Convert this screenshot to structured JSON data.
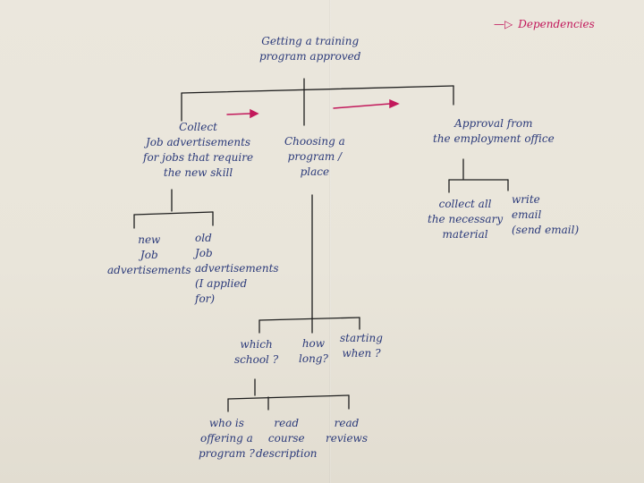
{
  "legend": {
    "label": "Dependencies",
    "arrow": "—▷"
  },
  "root": {
    "lines": [
      "Getting a training",
      "program approved"
    ]
  },
  "collect_ads": {
    "lines": [
      "Collect",
      "Job advertisements",
      "for jobs that require",
      "the new skill"
    ]
  },
  "choosing_program": {
    "lines": [
      "Choosing a",
      "program /",
      "place"
    ]
  },
  "approval": {
    "lines": [
      "Approval from",
      "the employment office"
    ]
  },
  "new_ads": {
    "lines": [
      "new",
      "Job",
      "advertisements"
    ]
  },
  "old_ads": {
    "lines": [
      "old",
      "Job",
      "advertisements",
      "(I applied",
      "for)"
    ]
  },
  "collect_material": {
    "lines": [
      "collect all",
      "the necessary",
      "material"
    ]
  },
  "write_email": {
    "lines": [
      "write",
      "email",
      "(send email)"
    ]
  },
  "which_school": {
    "lines": [
      "which",
      "school ?"
    ]
  },
  "how_long": {
    "lines": [
      "how",
      "long?"
    ]
  },
  "starting_when": {
    "lines": [
      "starting",
      "when ?"
    ]
  },
  "who_offering": {
    "lines": [
      "who is",
      "offering a",
      "program ?"
    ]
  },
  "read_course": {
    "lines": [
      "read",
      "course",
      "description"
    ]
  },
  "read_reviews": {
    "lines": [
      "read",
      "reviews"
    ]
  },
  "colors": {
    "ink": "#2b3a7a",
    "dependency": "#c2185b",
    "line": "#1e1e1e"
  }
}
